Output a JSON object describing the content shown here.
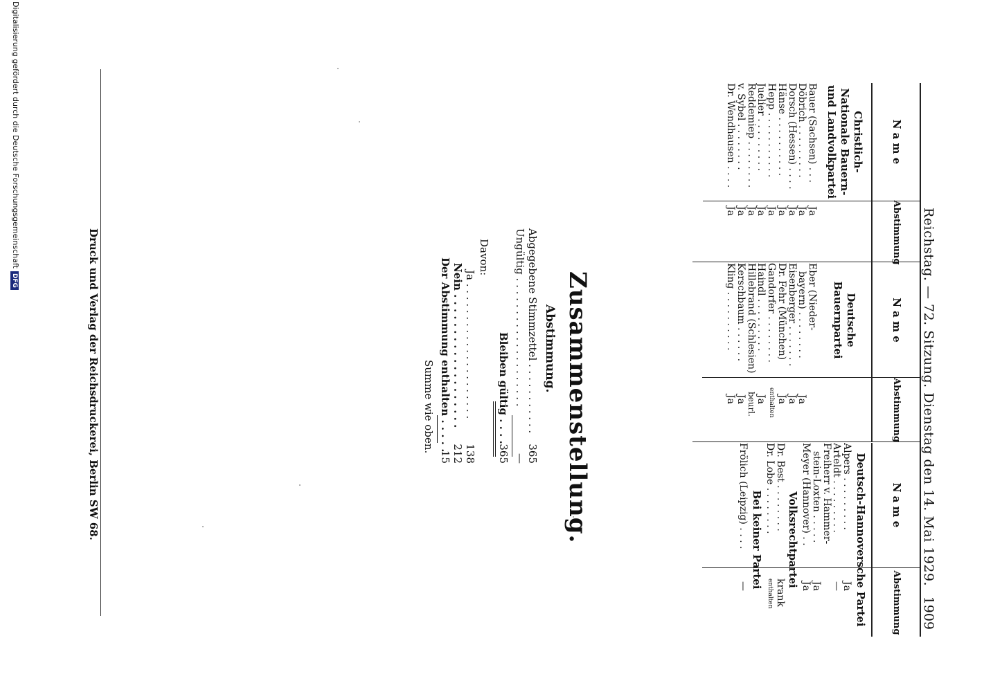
{
  "header": {
    "title": "Reichstag. — 72. Sitzung. Dienstag den 14. Mai 1929.",
    "page_number": "1909"
  },
  "columns": [
    {
      "name_header": "N a m e",
      "vote_header": "Abstimmung",
      "sections": [
        {
          "title": "Christlich-Nationale Bauern- und Landvolkpartei",
          "rows": [
            {
              "name": "Bauer (Sachsen) . . .",
              "vote": "Ja"
            },
            {
              "name": "Döbrich . . . . . . . . .",
              "vote": "Ja"
            },
            {
              "name": "Dorsch (Hessen) . . . .",
              "vote": "Ja"
            },
            {
              "name": "Hänse . . . . . . . . . .",
              "vote": "Ja"
            },
            {
              "name": "Hepp . . . . . . . . . . .",
              "vote": "Ja"
            },
            {
              "name": "Juelier . . . . . . . . .",
              "vote": "Ja"
            },
            {
              "name": "Reddemiep . . . . . . . .",
              "vote": "Ja"
            },
            {
              "name": "v. Sybel . . . . . . . .",
              "vote": "Ja"
            },
            {
              "name": "Dr. Wendhausen . . . .",
              "vote": "Ja"
            }
          ]
        }
      ]
    },
    {
      "name_header": "N a m e",
      "vote_header": "Abstimmung",
      "sections": [
        {
          "title": "Deutsche Bauernpartei",
          "rows": [
            {
              "name": "Eber (Nieder-",
              "vote": ""
            },
            {
              "name": "bayern) . . . . . . . .",
              "vote": "Ja"
            },
            {
              "name": "Eisenberger . . . . . . .",
              "vote": "Ja"
            },
            {
              "name": "Dr. Fehr (München)",
              "vote": "Ja"
            },
            {
              "name": "Gandorfer . . . . . . . .",
              "vote": "enthalten"
            },
            {
              "name": "Haindl . . . . . . . . .",
              "vote": "Ja"
            },
            {
              "name": "Hillebrand (Schlesien)",
              "vote": "beurl."
            },
            {
              "name": "Kerschbaum . . . . . .",
              "vote": "Ja"
            },
            {
              "name": "Kling . . . . . . . . . .",
              "vote": "Ja"
            }
          ]
        }
      ]
    },
    {
      "name_header": "N a m e",
      "vote_header": "Abstimmung",
      "sections": [
        {
          "title": "Deutsch-Hannoversche Partei",
          "rows": [
            {
              "name": "Alpers . . . . . . . . .",
              "vote": "Ja"
            },
            {
              "name": "Arteldt . . . . . . . . .",
              "vote": "—"
            },
            {
              "name": "Freiherr v. Hammer-",
              "vote": ""
            },
            {
              "name": "stein-Loxten . . . . .",
              "vote": "Ja"
            },
            {
              "name": "Meyer (Hannover) . .",
              "vote": "Ja"
            }
          ]
        },
        {
          "title": "Volksrechtpartei",
          "rows": [
            {
              "name": "Dr. Best . . . . . . . .",
              "vote": "krank"
            },
            {
              "name": "Dr. Lobe . . . . . . . .",
              "vote": "enthalten"
            }
          ]
        },
        {
          "title": "Bei keiner Partei",
          "rows": [
            {
              "name": "Frölich (Leipzig) . . . .",
              "vote": "—"
            }
          ]
        }
      ]
    }
  ],
  "summary": {
    "title": "Zusammenstellung.",
    "subtitle": "Abstimmung.",
    "lines": [
      {
        "label": "Abgegebene Stimmzettel . . . . . . . . . . .",
        "value": "365"
      },
      {
        "label": "Ungültig . . . . . . . . . . . . . . . . . . . .",
        "value": "—"
      },
      {
        "label": "Bleiben gültig . . . .",
        "value": "365"
      },
      {
        "label": "Davon:",
        "value": ""
      },
      {
        "label": "Ja . . . . . . . . . . . . . . . . . . . . .",
        "value": "138"
      },
      {
        "label": "Nein . . . . . . . . . . . . . . . . . . .",
        "value": "212"
      },
      {
        "label": "Der Abstimmung enthalten . . . . .",
        "value": "15"
      },
      {
        "label": "Summe wie oben.",
        "value": ""
      }
    ]
  },
  "footer": "Druck und Verlag der Reichsdruckerei, Berlin SW 68.",
  "credit": {
    "text": "Digitalisierung gefördert durch die Deutsche Forschungsgemeinschaft",
    "logo": "DFG"
  }
}
